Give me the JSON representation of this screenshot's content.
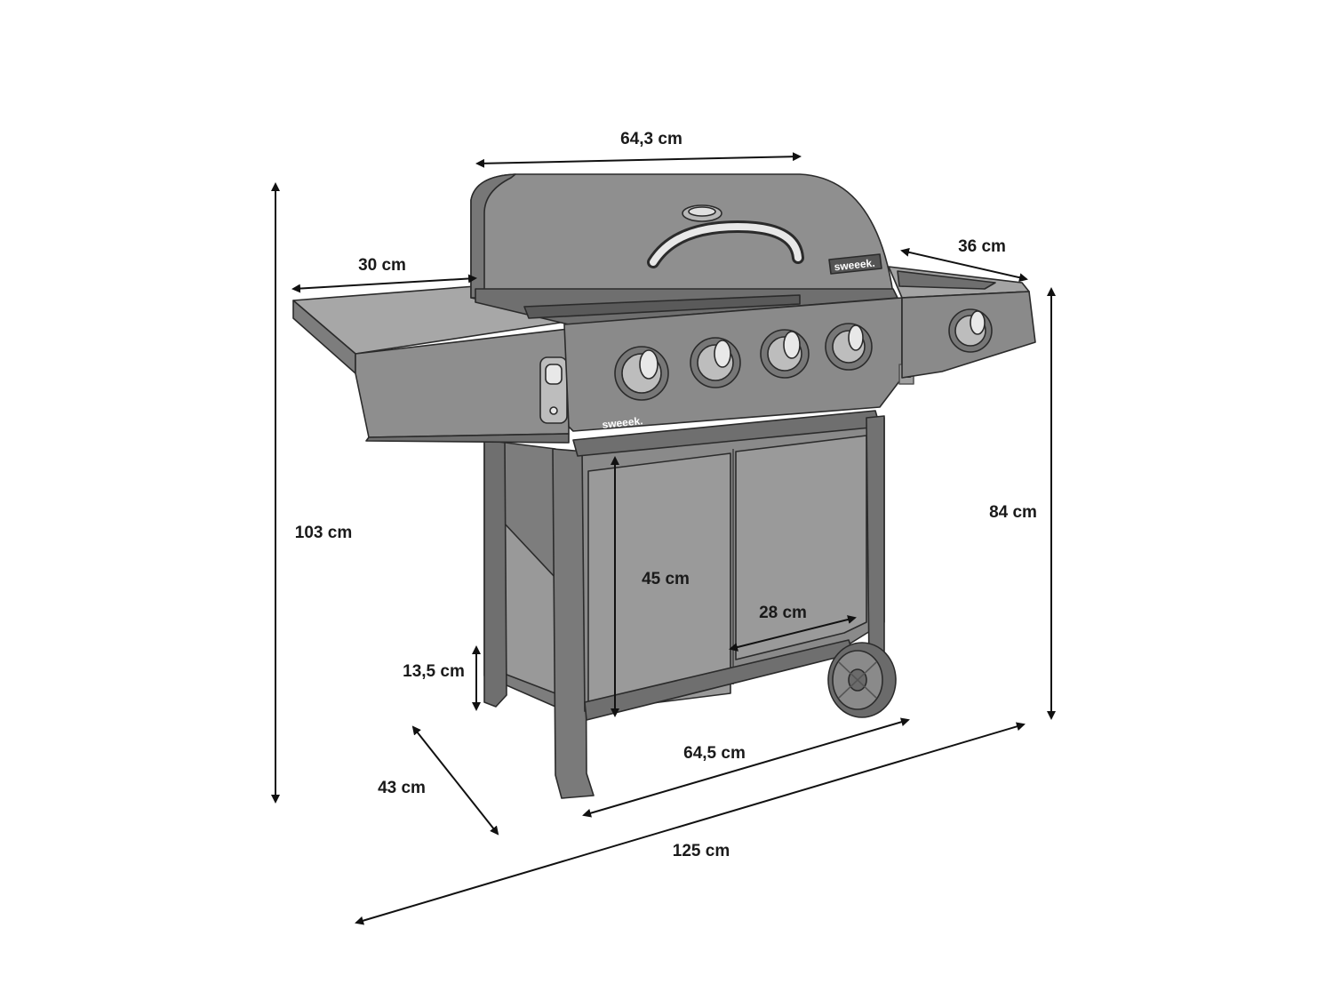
{
  "colors": {
    "body": "#8e8e8e",
    "body_light": "#a4a4a4",
    "body_dark": "#6f6f6f",
    "outline": "#2b2b2b",
    "chrome": "#e8e8e8",
    "arrow": "#111111",
    "brand_text": "#ffffff"
  },
  "brand": "sweeek.",
  "dimensions": {
    "lid_width": "64,3 cm",
    "left_shelf_width": "30 cm",
    "right_shelf_width": "36 cm",
    "total_height": "103 cm",
    "working_height": "84 cm",
    "cabinet_height": "45 cm",
    "door_width": "28 cm",
    "leg_height": "13,5 cm",
    "depth": "43 cm",
    "cabinet_width": "64,5 cm",
    "total_width": "125 cm"
  },
  "icons": [
    "knob-icon",
    "bottle-opener-icon",
    "thermometer-icon",
    "wheel-icon",
    "ce-mark-icon"
  ]
}
